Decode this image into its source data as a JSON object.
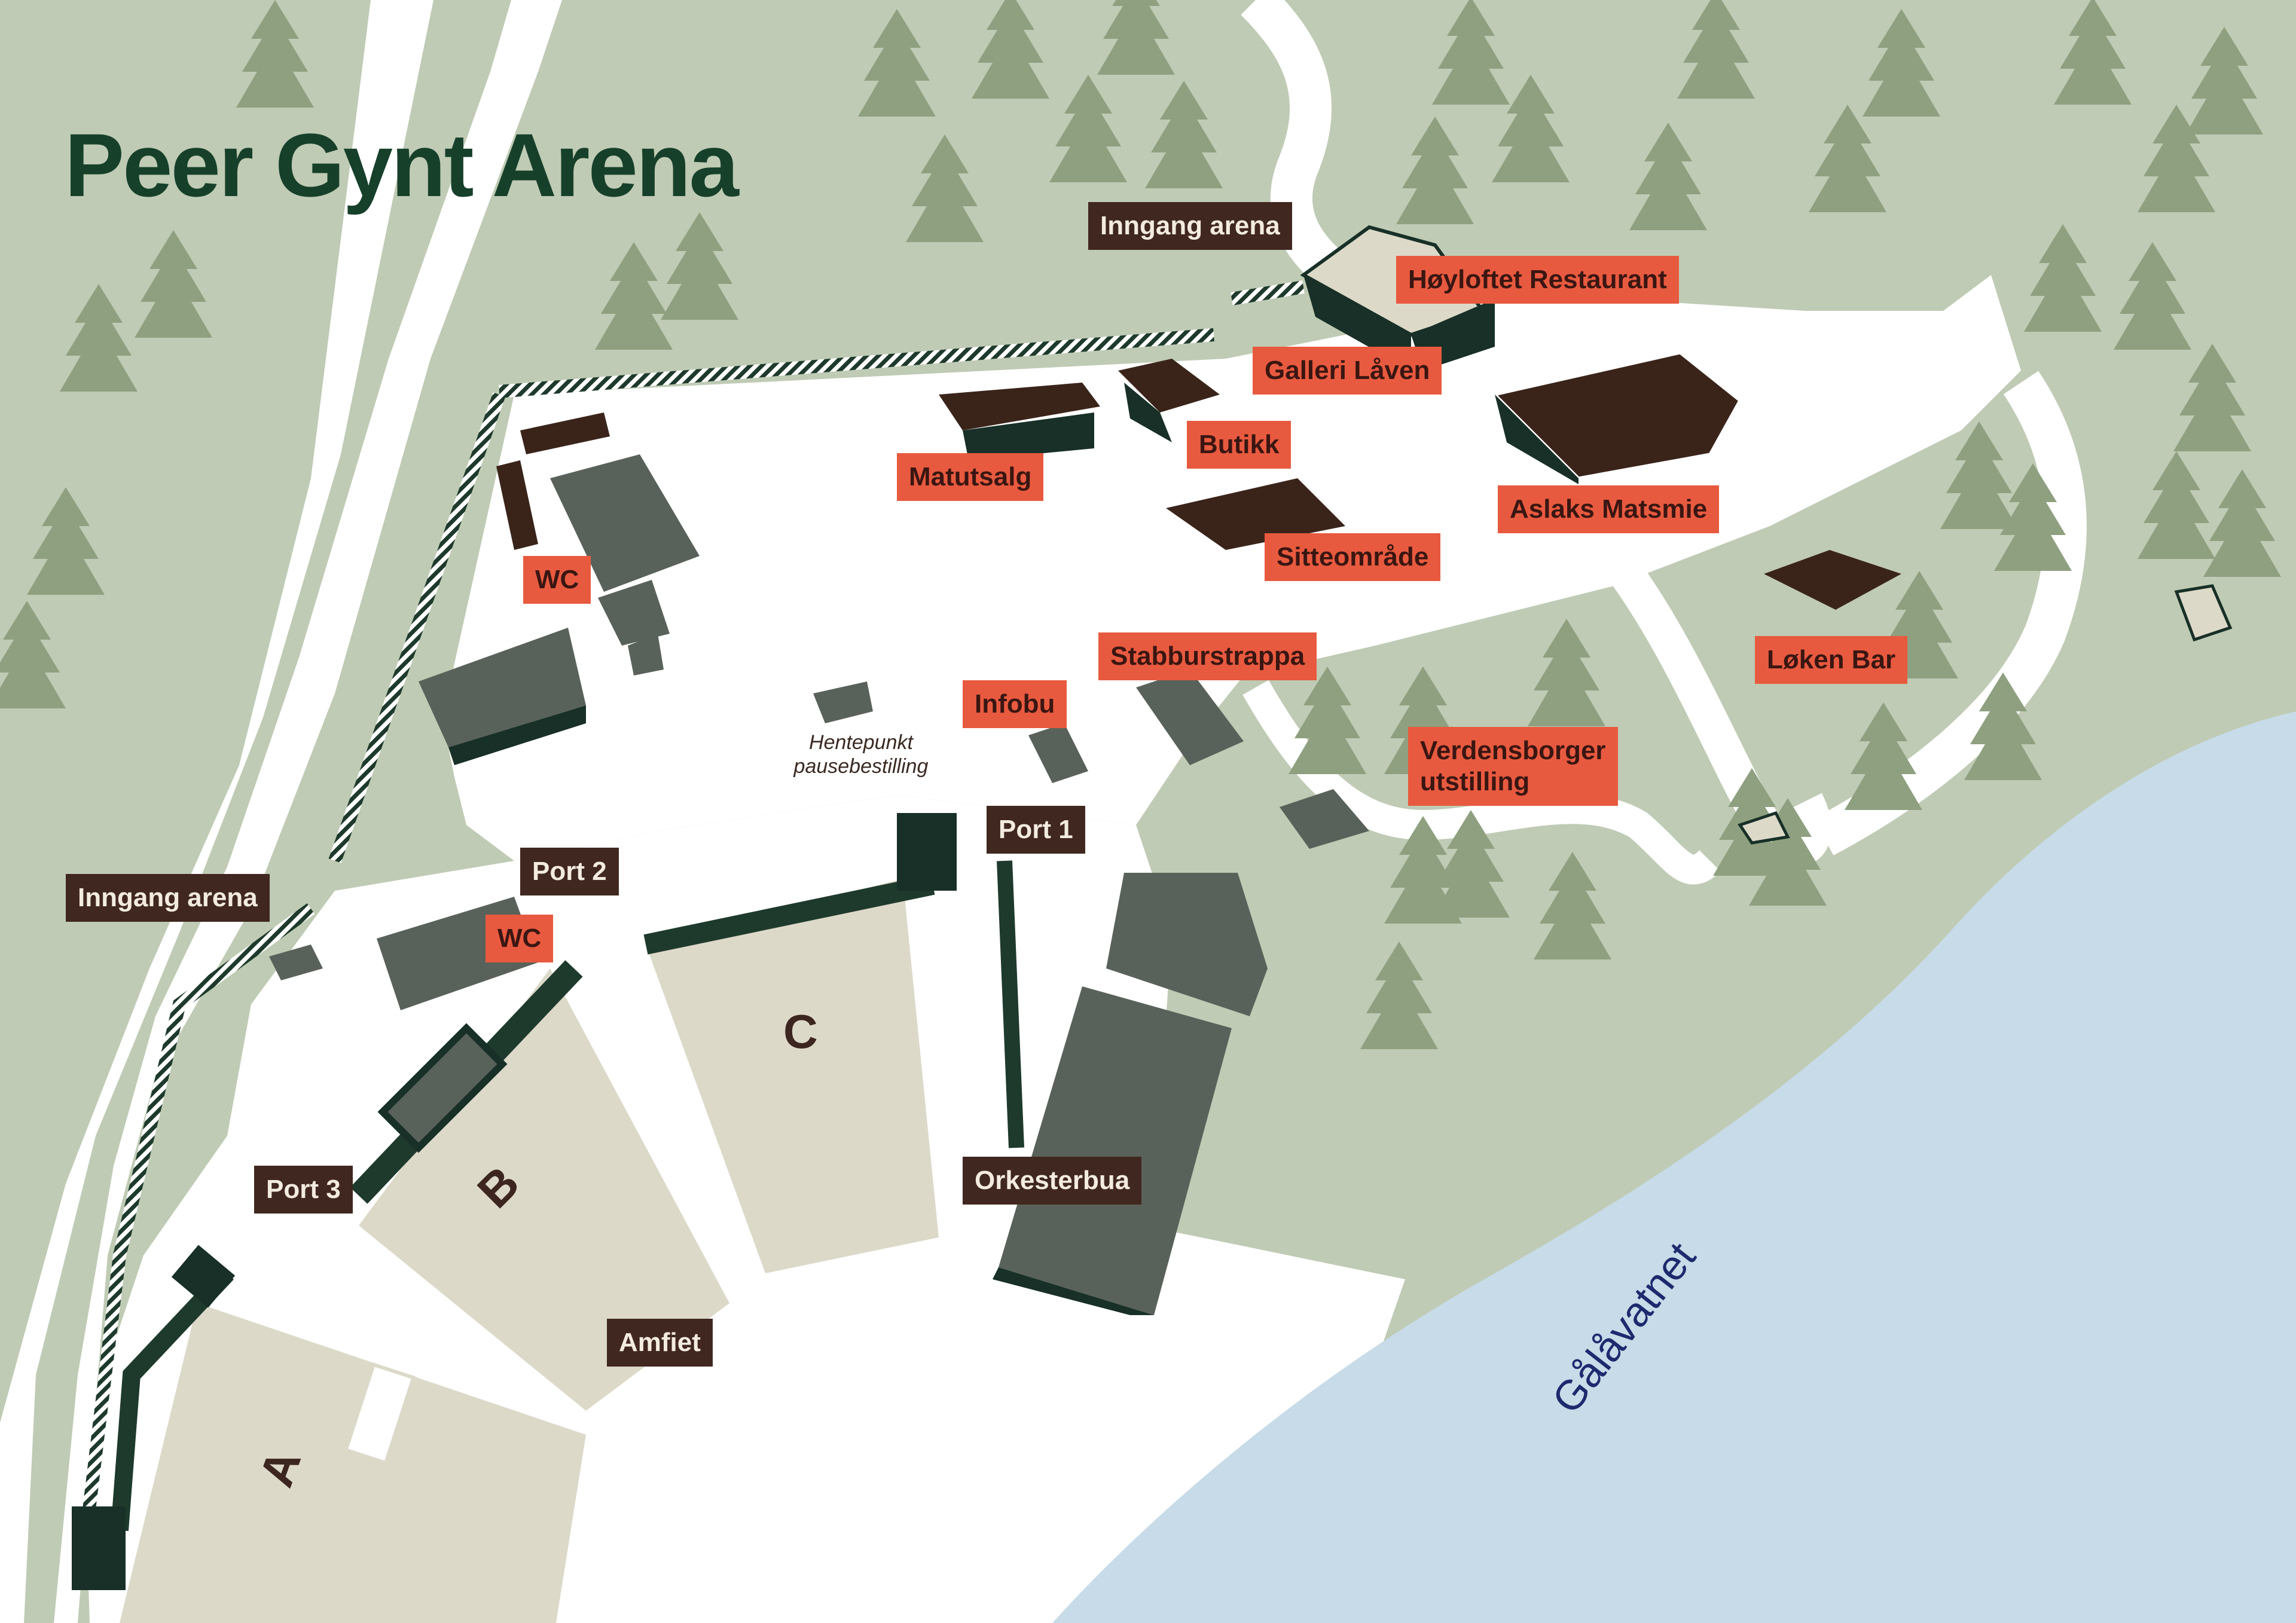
{
  "title": "Peer Gynt Arena",
  "colors": {
    "grass": "#bfcbb4",
    "path": "#ffffff",
    "lake": "#c7dbe8",
    "field": "#ddd9c9",
    "tree": "#8fa080",
    "building_grey": "#59625a",
    "building_brown": "#3a241a",
    "building_dark": "#183027",
    "label_dark": "#40271f",
    "label_red": "#e85a3f",
    "title_text": "#17402b"
  },
  "entrance_labels": [
    {
      "id": "inngang-top",
      "text": "Inngang arena"
    },
    {
      "id": "inngang-left",
      "text": "Inngang arena"
    },
    {
      "id": "port1",
      "text": "Port 1"
    },
    {
      "id": "port2",
      "text": "Port 2"
    },
    {
      "id": "port3",
      "text": "Port 3"
    },
    {
      "id": "orkesterbua",
      "text": "Orkesterbua"
    },
    {
      "id": "amfiet",
      "text": "Amfiet"
    }
  ],
  "poi_labels": [
    {
      "id": "hoyloftet",
      "text": "Høyloftet Restaurant"
    },
    {
      "id": "galleri",
      "text": "Galleri Låven"
    },
    {
      "id": "butikk",
      "text": "Butikk"
    },
    {
      "id": "matutsalg",
      "text": "Matutsalg"
    },
    {
      "id": "aslaks",
      "text": "Aslaks Matsmie"
    },
    {
      "id": "sitteomrade",
      "text": "Sitteområde"
    },
    {
      "id": "wc-top",
      "text": "WC"
    },
    {
      "id": "stabburstrappa",
      "text": "Stabburstrappa"
    },
    {
      "id": "infobu",
      "text": "Infobu"
    },
    {
      "id": "lokenbar",
      "text": "Løken Bar"
    },
    {
      "id": "verdensborger",
      "text": "Verdensborger\nutstilling"
    },
    {
      "id": "wc-bottom",
      "text": "WC"
    }
  ],
  "pickup_note": "Hentepunkt\npausebestilling",
  "lake_name": "Gålåvatnet",
  "zones": [
    "A",
    "B",
    "C"
  ]
}
